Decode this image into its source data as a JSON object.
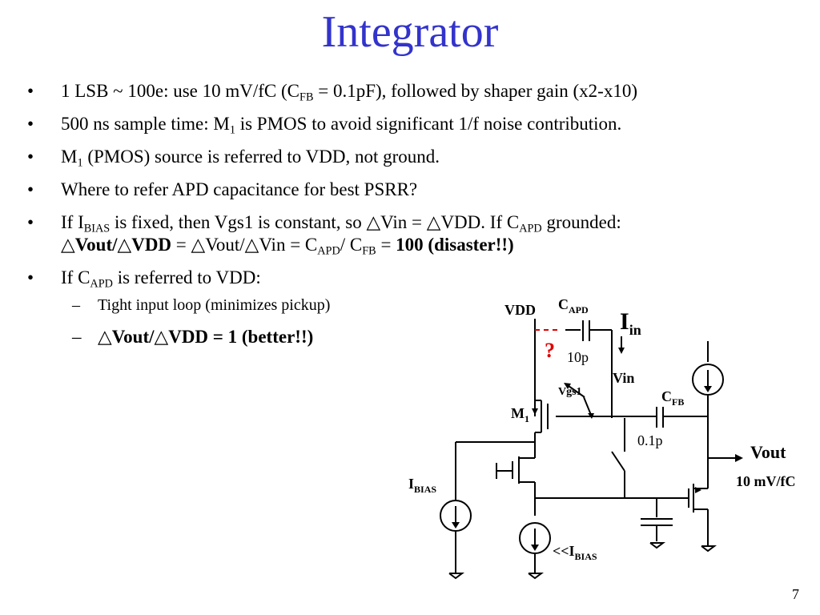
{
  "title": "Integrator",
  "bullets": {
    "b1": {
      "a": "1 LSB ~ 100e:  use 10 mV/fC (C",
      "sub": "FB",
      "b": " = 0.1pF), followed by shaper gain (x2-x10)"
    },
    "b2": {
      "a": "500 ns sample time:  M",
      "sub": "1",
      "b": " is PMOS to avoid significant 1/f noise contribution."
    },
    "b3": {
      "a": "M",
      "sub": "1",
      "b": " (PMOS) source is referred to VDD, not ground."
    },
    "b4": {
      "text": "Where to refer APD capacitance for best PSRR?"
    },
    "b5": {
      "a": "If I",
      "sub1": "BIAS",
      "b": " is fixed, then Vgs1 is constant, so △Vin = △VDD.  If C",
      "sub2": "APD",
      "c": " grounded:",
      "l2a": "△Vout/△VDD",
      "l2b": " = △Vout/△Vin = C",
      "l2sub1": "APD",
      "l2c": "/ C",
      "l2sub2": "FB",
      "l2d": " = ",
      "l2e": "100 (disaster!!)"
    },
    "b6": {
      "a": "If C",
      "sub": "APD",
      "b": " is referred to VDD:",
      "s1": "Tight input loop (minimizes pickup)",
      "s2": "△Vout/△VDD = 1 (better!!)",
      "dash": "–"
    }
  },
  "schematic": {
    "vdd": "VDD",
    "capd_c": "C",
    "capd_sub": "APD",
    "iin_i": "I",
    "iin_sub": "in",
    "question": "?",
    "cap_10p": "10p",
    "vin": "Vin",
    "vgs1": "Vgs1",
    "cfb_c": "C",
    "cfb_sub": "FB",
    "m1_m": "M",
    "m1_sub": "1",
    "cap_01p": "0.1p",
    "vout": "Vout",
    "gain": "10 mV/fC",
    "ibias_i": "I",
    "ibias_sub": "BIAS",
    "ibias2_prefix": "<<I",
    "ibias2_sub": "BIAS"
  },
  "slide_number": "7",
  "colors": {
    "title": "#3333cc",
    "question": "#dd0000",
    "wire": "#000000"
  }
}
